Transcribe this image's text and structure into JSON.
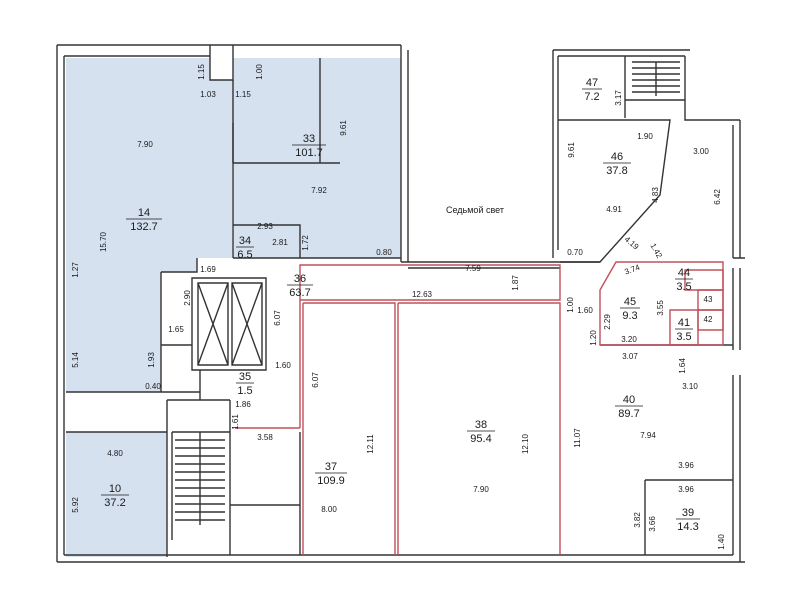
{
  "room_labels": [
    {
      "id": "r47",
      "number": "47",
      "area": "7.2"
    },
    {
      "id": "r46",
      "number": "46",
      "area": "37.8"
    },
    {
      "id": "r33",
      "number": "33",
      "area": "101.7"
    },
    {
      "id": "r14",
      "number": "14",
      "area": "132.7"
    },
    {
      "id": "r34",
      "number": "34",
      "area": "6.5"
    },
    {
      "id": "r36",
      "number": "36",
      "area": "63.7"
    },
    {
      "id": "r44",
      "number": "44",
      "area": "3.5"
    },
    {
      "id": "r45",
      "number": "45",
      "area": "9.3"
    },
    {
      "id": "r41",
      "number": "41",
      "area": "3.5"
    },
    {
      "id": "r35",
      "number": "35",
      "area": "1.5"
    },
    {
      "id": "r40",
      "number": "40",
      "area": "89.7"
    },
    {
      "id": "r38",
      "number": "38",
      "area": "95.4"
    },
    {
      "id": "r37",
      "number": "37",
      "area": "109.9"
    },
    {
      "id": "r10",
      "number": "10",
      "area": "37.2"
    },
    {
      "id": "r39",
      "number": "39",
      "area": "14.3"
    }
  ],
  "small_rooms": {
    "r43": "43",
    "r42": "42"
  },
  "light_well_label": "Седьмой свет",
  "dimensions": {
    "d1_15": "1.15",
    "d1_00": "1.00",
    "d1_03": "1.03",
    "d1_15b": "1.15",
    "d7_90a": "7.90",
    "d9_61a": "9.61",
    "d7_92": "7.92",
    "d15_70": "15.70",
    "d1_27": "1.27",
    "d2_93": "2.93",
    "d2_81": "2.81",
    "d1_72": "1.72",
    "d0_80": "0.80",
    "d1_69": "1.69",
    "d2_90": "2.90",
    "d1_65": "1.65",
    "d6_07a": "6.07",
    "d5_14": "5.14",
    "d1_93": "1.93",
    "d1_60a": "1.60",
    "d0_40": "0.40",
    "d1_86": "1.86",
    "d1_61": "1.61",
    "d4_80": "4.80",
    "d5_92": "5.92",
    "d3_58": "3.58",
    "d6_07b": "6.07",
    "d12_11": "12.11",
    "d8_00": "8.00",
    "d12_63": "12.63",
    "d12_10": "12.10",
    "d7_90b": "7.90",
    "d7_59": "7.59",
    "d1_87": "1.87",
    "d1_00b": "1.00",
    "d1_60b": "1.60",
    "d1_20": "1.20",
    "d11_07": "11.07",
    "d3_17": "3.17",
    "d1_90": "1.90",
    "d9_61b": "9.61",
    "d3_00": "3.00",
    "d4_83": "4.83",
    "d4_91": "4.91",
    "d6_42": "6.42",
    "d0_70": "0.70",
    "d4_19": "4.19",
    "d1_42": "1.42",
    "d3_74": "3.74",
    "d2_29": "2.29",
    "d3_55": "3.55",
    "d3_20": "3.20",
    "d3_07": "3.07",
    "d1_64": "1.64",
    "d3_10": "3.10",
    "d7_94": "7.94",
    "d3_96a": "3.96",
    "d3_96b": "3.96",
    "d3_82": "3.82",
    "d3_66": "3.66",
    "d1_40": "1.40"
  },
  "colors": {
    "shaded_rooms": "#d5e1ef",
    "walls": "#333333",
    "highlight_outline": "#c0505a"
  }
}
